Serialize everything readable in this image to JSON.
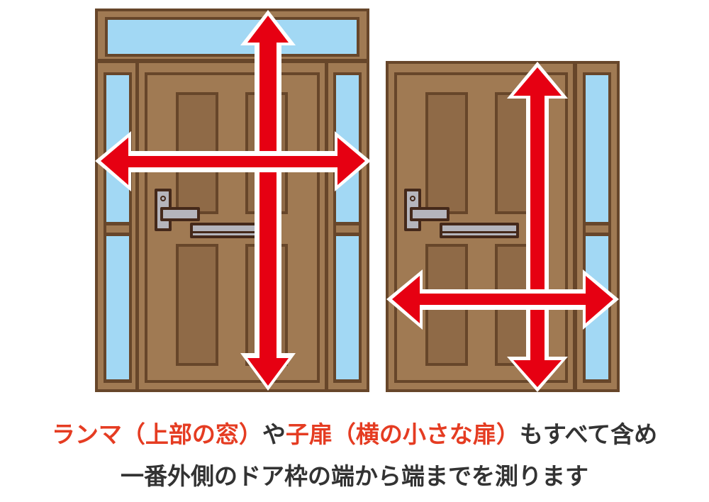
{
  "colors": {
    "frame_outline": "#67462a",
    "wood": "#a07a53",
    "panel": "#8f6a47",
    "glass": "#a2d8f4",
    "handle": "#b5b5bc",
    "handle_outline": "#45291a",
    "arrow": "#e60012",
    "arrow_border": "#ffffff",
    "caption_red": "#e53c22",
    "caption_dark": "#333333"
  },
  "illustrations": {
    "left_door": {
      "label": "Door with transom and side lights",
      "parts": [
        "transom-window",
        "left-side-light",
        "main-door",
        "right-side-light"
      ]
    },
    "right_door": {
      "label": "Door with side door (kodobira)",
      "parts": [
        "main-door",
        "side-door-window"
      ]
    },
    "arrows": [
      "vertical-measure-arrow",
      "horizontal-measure-arrow"
    ]
  },
  "caption": {
    "line1": [
      {
        "text": "ランマ（上部の窓）",
        "style": "red"
      },
      {
        "text": "や",
        "style": "dark"
      },
      {
        "text": "子扉（横の小さな扉）",
        "style": "red"
      },
      {
        "text": "もすべて含め",
        "style": "dark"
      }
    ],
    "line2": "一番外側のドア枠の端から端までを測ります"
  }
}
